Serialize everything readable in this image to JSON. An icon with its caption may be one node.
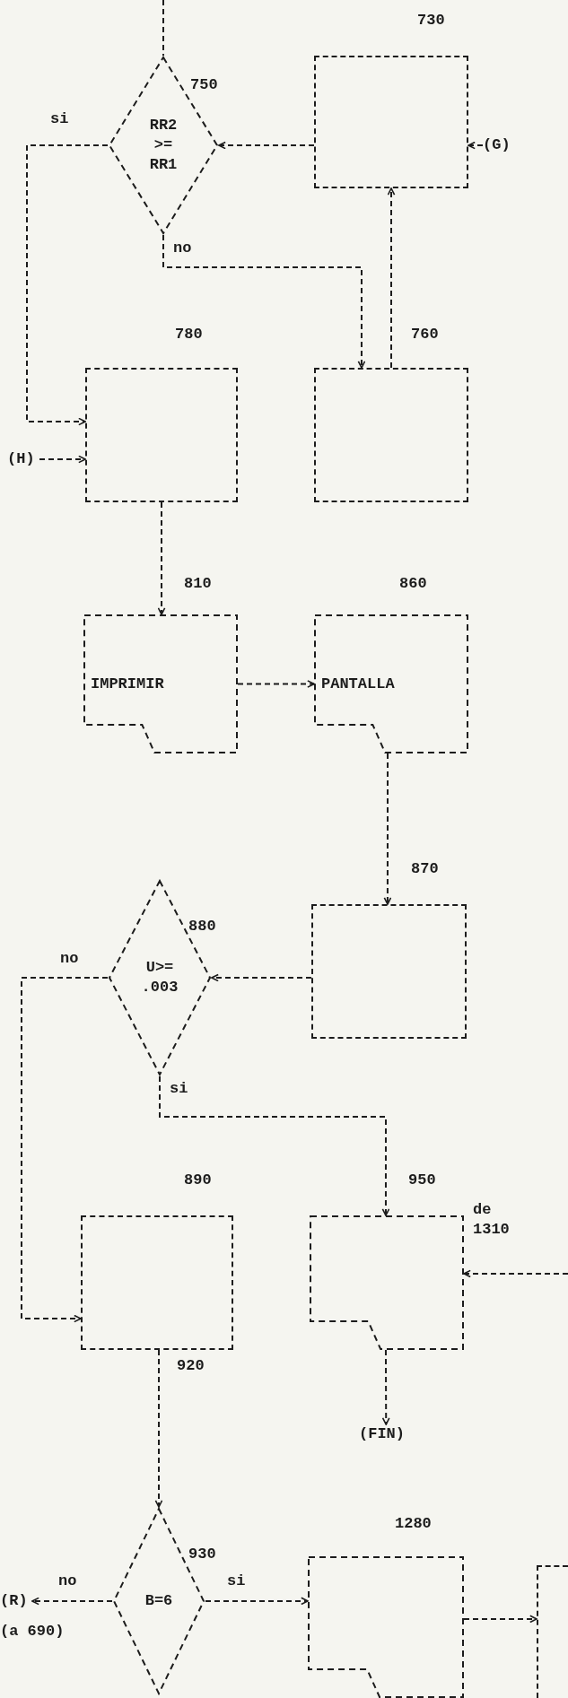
{
  "diagram": {
    "nodes": [
      {
        "text": [
          "RR2 >= RR1"
        ],
        "beside": [
          "750"
        ]
      },
      {
        "text": [],
        "shape": "box",
        "beside": [
          "730"
        ]
      },
      {
        "text": [
          "(G)"
        ]
      },
      {
        "text": [],
        "shape": "box",
        "beside": [
          "780"
        ]
      },
      {
        "text": [],
        "shape": "box",
        "beside": [
          "760"
        ]
      },
      {
        "text": [
          "(H)"
        ]
      },
      {
        "text": [
          "IMPRIMIR"
        ],
        "beside": [
          "810"
        ]
      },
      {
        "text": [
          "PANTALLA"
        ],
        "beside": [
          "860"
        ]
      },
      {
        "text": [],
        "shape": "box",
        "beside": [
          "870"
        ]
      },
      {
        "text": [
          "U>= .003"
        ],
        "beside": [
          "880"
        ]
      },
      {
        "text": [],
        "shape": "box",
        "beside": [
          "890"
        ]
      },
      {
        "text": [],
        "shape": "document",
        "beside": [
          "950"
        ]
      },
      {
        "text": [
          "(FIN)"
        ]
      },
      {
        "text": [
          "B=6"
        ],
        "beside": [
          "930"
        ]
      },
      {
        "text": [
          "(R)"
        ],
        "beside": [
          "(a 690)"
        ]
      },
      {
        "text": [],
        "shape": "document",
        "beside": [
          "1280"
        ]
      },
      {
        "text": [],
        "shape": "box"
      }
    ],
    "edges": [
      {
        "from": null,
        "to": 0,
        "arrow": "none"
      },
      {
        "from": 1,
        "to": 0,
        "arrow": "to"
      },
      {
        "from": 2,
        "to": 1,
        "arrow": "to"
      },
      {
        "from": 0,
        "to": 3,
        "arrow": "to",
        "label": "si"
      },
      {
        "from": 0,
        "to": 4,
        "arrow": "to",
        "label": "no"
      },
      {
        "from": 4,
        "to": 1,
        "arrow": "to"
      },
      {
        "from": 5,
        "to": 3,
        "arrow": "to"
      },
      {
        "from": 3,
        "to": 6,
        "arrow": "to"
      },
      {
        "from": 6,
        "to": 7,
        "arrow": "to"
      },
      {
        "from": 7,
        "to": 8,
        "arrow": "to"
      },
      {
        "from": 8,
        "to": 9,
        "arrow": "to"
      },
      {
        "from": 9,
        "to": 10,
        "arrow": "to",
        "label": "no"
      },
      {
        "from": 9,
        "to": 11,
        "arrow": "to",
        "label": "si"
      },
      {
        "from": null,
        "to": 11,
        "arrow": "to",
        "label": "de 1310"
      },
      {
        "from": 11,
        "to": 12,
        "arrow": "to"
      },
      {
        "from": 10,
        "to": 13,
        "arrow": "to",
        "label": "920"
      },
      {
        "from": 13,
        "to": 14,
        "arrow": "to",
        "label": "no"
      },
      {
        "from": 13,
        "to": 15,
        "arrow": "to",
        "label": "si"
      },
      {
        "from": 15,
        "to": 16,
        "arrow": "to"
      }
    ]
  }
}
